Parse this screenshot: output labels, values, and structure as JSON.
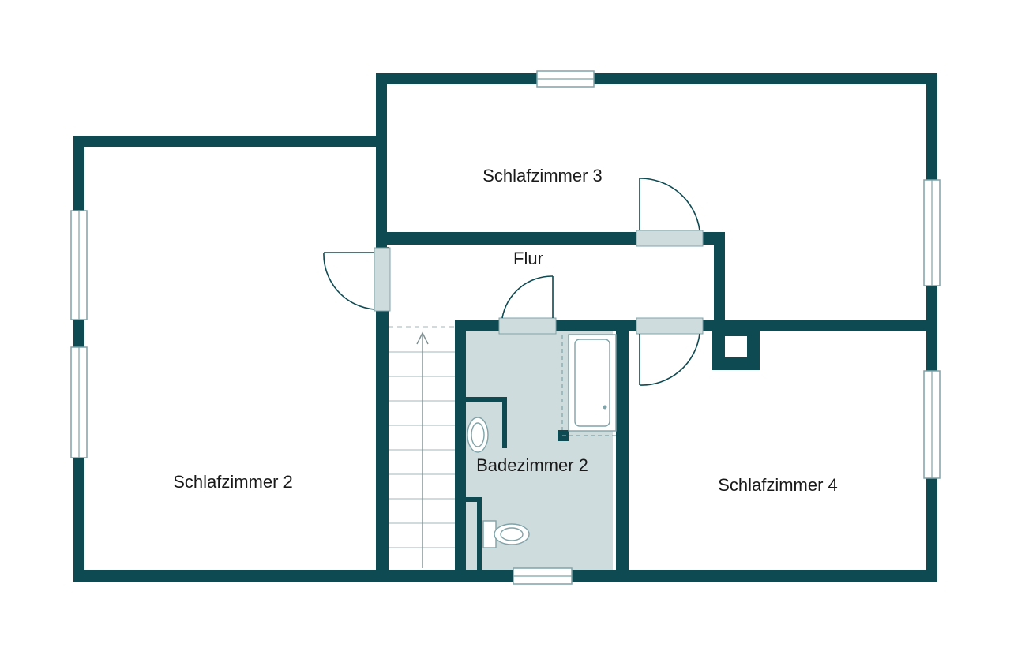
{
  "rooms": {
    "schlafzimmer_2": "Schlafzimmer 2",
    "schlafzimmer_3": "Schlafzimmer 3",
    "schlafzimmer_4": "Schlafzimmer 4",
    "flur": "Flur",
    "badezimmer_2": "Badezimmer 2"
  },
  "colors": {
    "wall": "#0e4a52",
    "bathroom_floor": "#cfdcdd",
    "window_line": "#7fa3a8",
    "background": "#ffffff"
  }
}
